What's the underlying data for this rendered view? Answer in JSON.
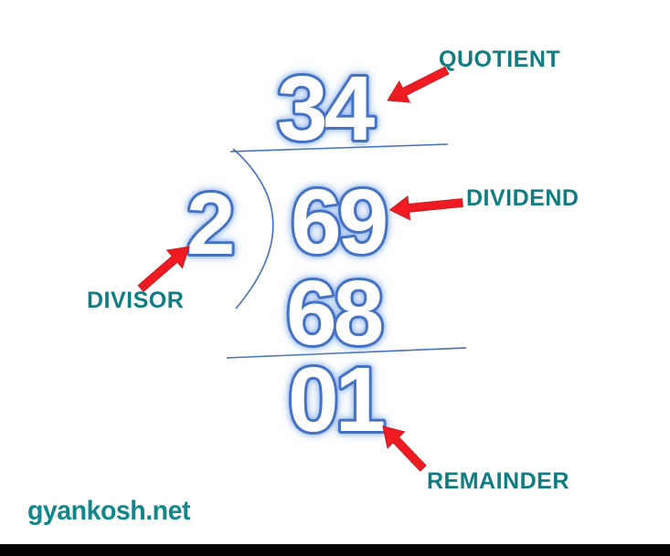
{
  "division": {
    "quotient": "34",
    "divisor": "2",
    "dividend": "69",
    "product": "68",
    "remainder": "01"
  },
  "labels": {
    "quotient": "QUOTIENT",
    "dividend": "DIVIDEND",
    "divisor": "DIVISOR",
    "remainder": "REMAINDER"
  },
  "watermark": "gyankosh.net",
  "colors": {
    "number_outline_blue": "#4472c4",
    "number_glow_blue": "#7da7e8",
    "number_fill": "#ffffff",
    "label_teal": "#0e7c80",
    "watermark_teal": "#11868b",
    "arrow_red": "#ee1b22",
    "line_blue": "#4472c4",
    "bottom_bar_black": "#000000",
    "background": "#ffffff"
  }
}
